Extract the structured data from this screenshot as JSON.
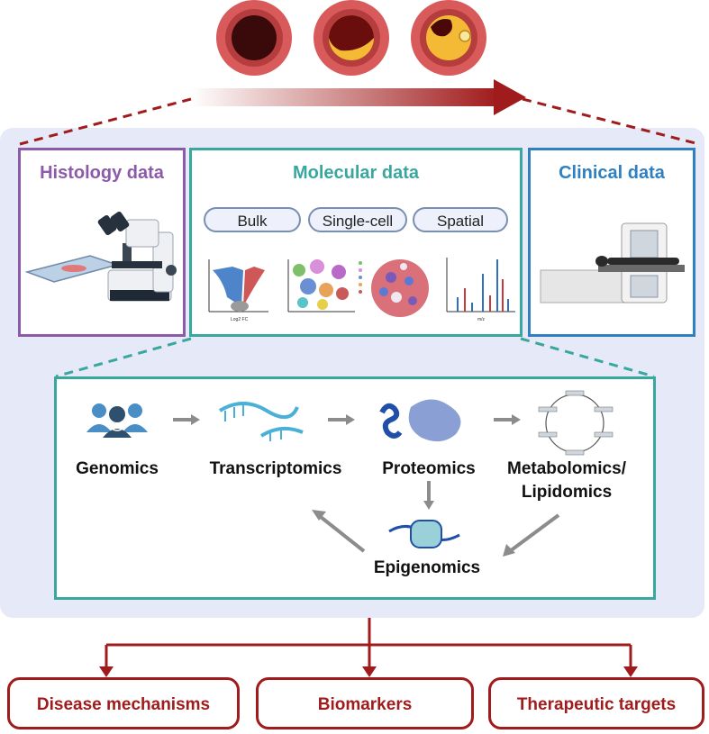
{
  "sections": {
    "histology": {
      "title": "Histology data",
      "color": "#8b5aa8"
    },
    "molecular": {
      "title": "Molecular data",
      "color": "#3aa79f",
      "pills": [
        "Bulk",
        "Single-cell",
        "Spatial"
      ]
    },
    "clinical": {
      "title": "Clinical data",
      "color": "#2f7fc1"
    }
  },
  "omics": {
    "genomics": "Genomics",
    "transcriptomics": "Transcriptomics",
    "proteomics": "Proteomics",
    "metabolomics_line1": "Metabolomics/",
    "metabolomics_line2": "Lipidomics",
    "epigenomics": "Epigenomics"
  },
  "outcomes": [
    "Disease mechanisms",
    "Biomarkers",
    "Therapeutic targets"
  ],
  "colors": {
    "accent_red": "#a01c1c",
    "panel_bg": "#e5e9f8",
    "arrow_gray": "#8c8c8c"
  }
}
